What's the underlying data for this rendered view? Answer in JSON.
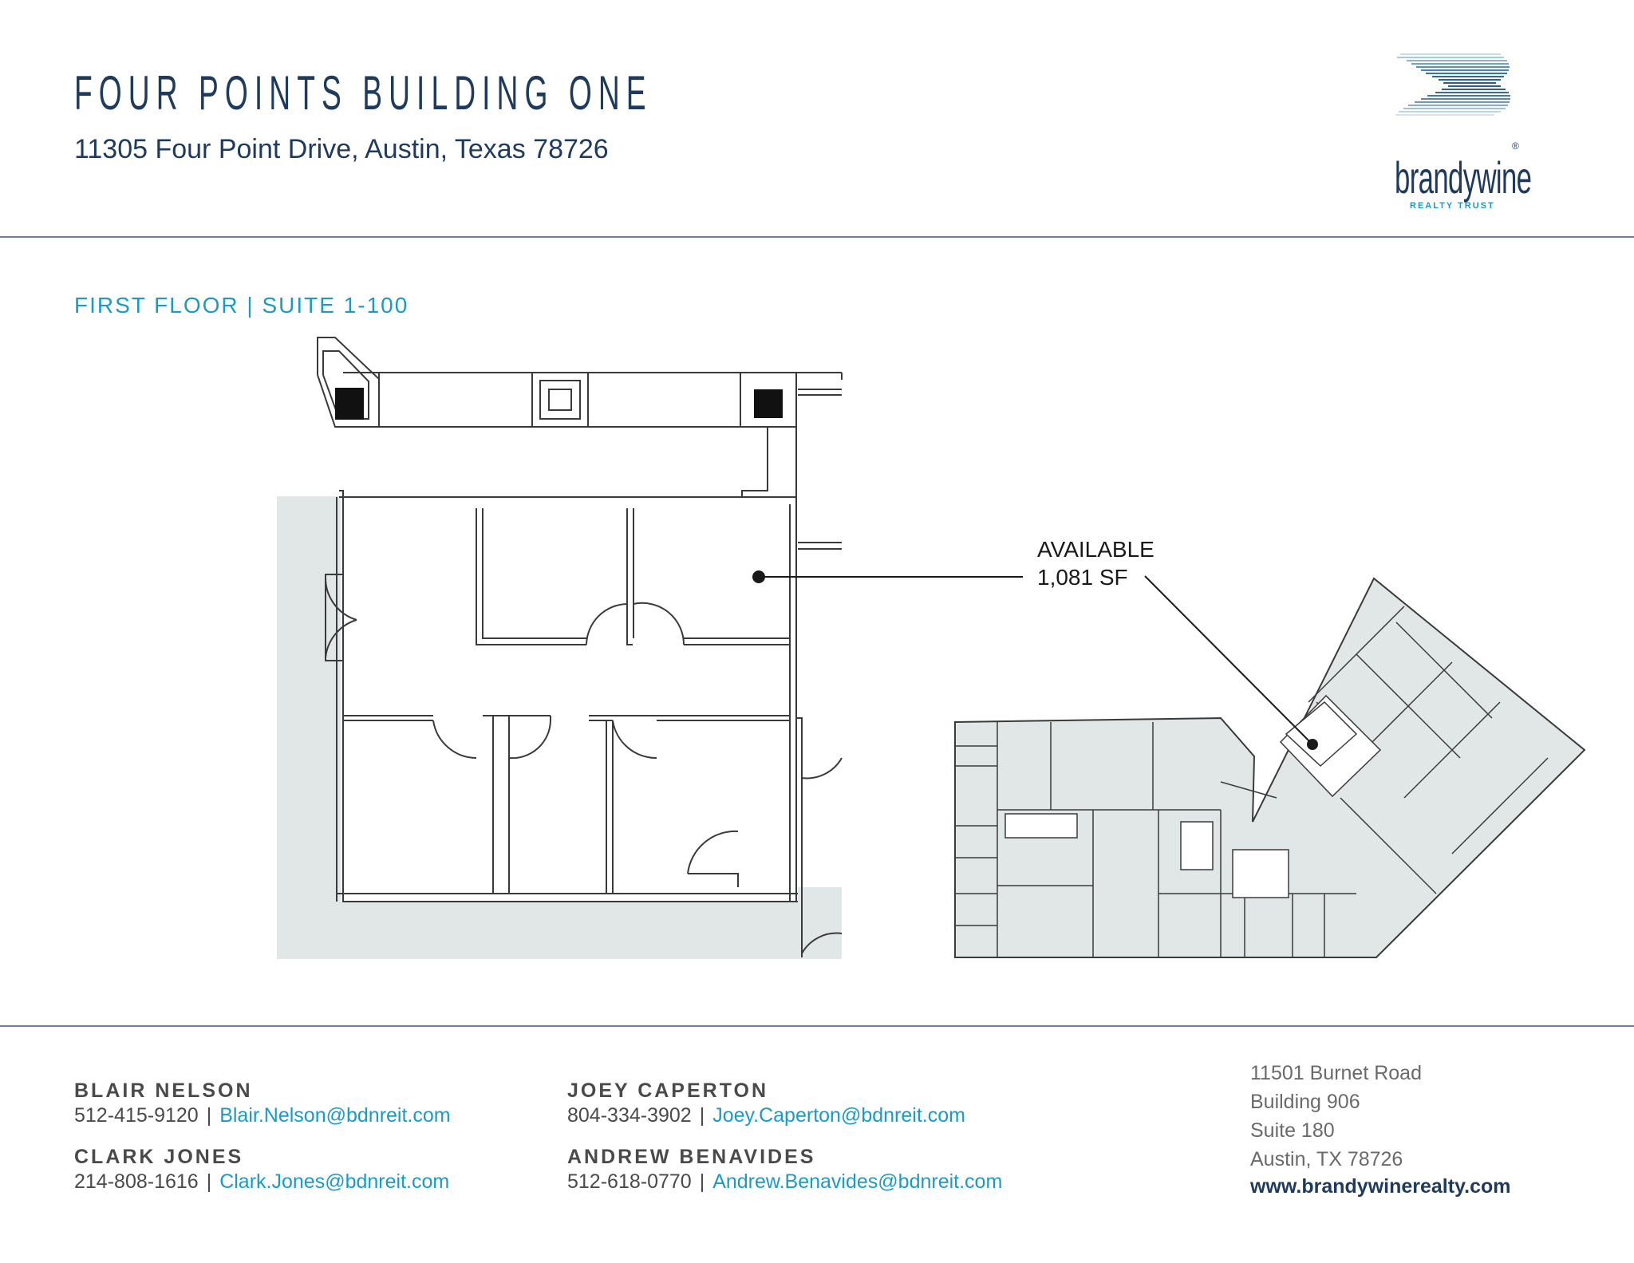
{
  "header": {
    "title": "FOUR POINTS BUILDING ONE",
    "address": "11305 Four Point Drive, Austin, Texas 78726"
  },
  "logo": {
    "name": "brandywine",
    "tagline": "REALTY TRUST",
    "registered": "®"
  },
  "floor": {
    "label": "FIRST FLOOR | SUITE 1-100"
  },
  "suite": {
    "status": "AVAILABLE",
    "area": "1,081 SF"
  },
  "contacts": [
    {
      "name": "BLAIR NELSON",
      "phone": "512-415-9120",
      "email": "Blair.Nelson@bdnreit.com"
    },
    {
      "name": "CLARK JONES",
      "phone": "214-808-1616",
      "email": "Clark.Jones@bdnreit.com"
    },
    {
      "name": "JOEY CAPERTON",
      "phone": "804-334-3902",
      "email": "Joey.Caperton@bdnreit.com"
    },
    {
      "name": "ANDREW BENAVIDES",
      "phone": "512-618-0770",
      "email": "Andrew.Benavides@bdnreit.com"
    }
  ],
  "separator": "|",
  "office": {
    "line1": "11501 Burnet Road",
    "line2": "Building 906",
    "line3": "Suite 180",
    "line4": "Austin, TX 78726",
    "website": "www.brandywinerealty.com"
  },
  "colors": {
    "navy": "#1e3a5f",
    "accent": "#1a9bc6",
    "shade": "#e1e7e6",
    "text": "#4a4a4a"
  }
}
